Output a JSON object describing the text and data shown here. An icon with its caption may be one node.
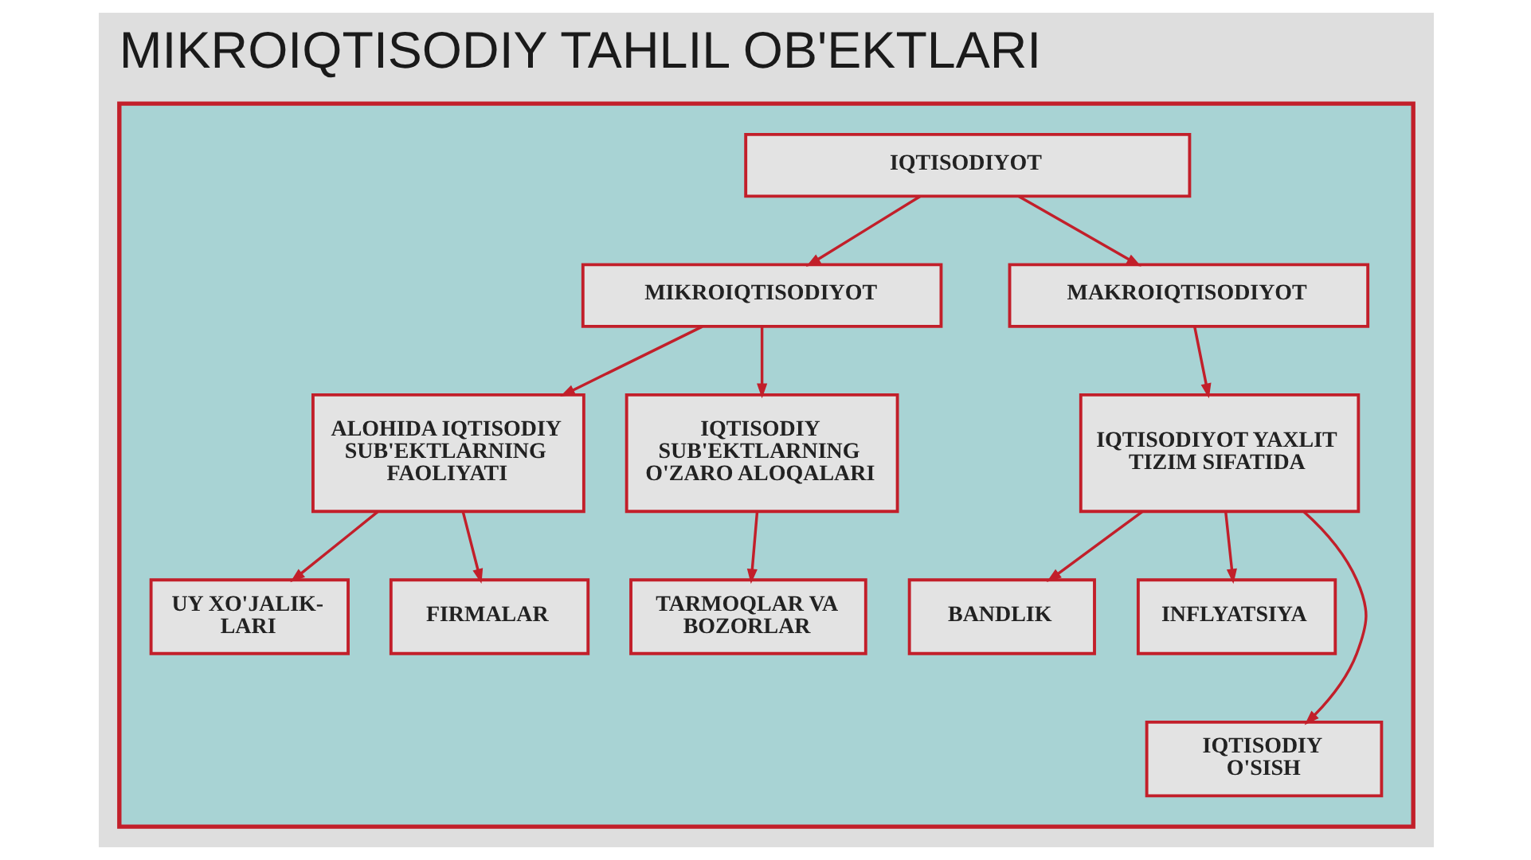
{
  "diagram": {
    "title": "MIKROIQTISODIY TAHLIL OB'EKTLARI",
    "nodes": [
      {
        "text": [],
        "shape": "box"
      },
      {
        "text": [
          "IQTISODIYOT"
        ],
        "in": 0
      },
      {
        "text": [
          "MIKROIQTISODIYOT"
        ],
        "in": 0
      },
      {
        "text": [
          "MAKROIQTISODIYOT"
        ],
        "in": 0
      },
      {
        "text": [
          "ALOHIDA IQTISODIY SUB'EKTLARNING FAOLIYATI"
        ],
        "in": 0
      },
      {
        "text": [
          "IQTISODIY SUB'EKTLARNING O'ZARO ALOQALARI"
        ],
        "in": 0
      },
      {
        "text": [
          "IQTISODIYOT YAXLIT TIZIM SIFATIDA"
        ],
        "in": 0
      },
      {
        "text": [
          "UY XO'JALIK- LARI"
        ],
        "in": 0
      },
      {
        "text": [
          "FIRMALAR"
        ],
        "in": 0
      },
      {
        "text": [
          "TARMOQLAR VA BOZORLAR"
        ],
        "in": 0
      },
      {
        "text": [
          "BANDLIK"
        ],
        "in": 0
      },
      {
        "text": [
          "INFLYATSIYA"
        ],
        "in": 0
      },
      {
        "text": [
          "IQTISODIY O'SISH"
        ],
        "in": 0
      }
    ],
    "edges": [
      {
        "from": 1,
        "to": 2,
        "arrow": "to"
      },
      {
        "from": 1,
        "to": 3,
        "arrow": "to"
      },
      {
        "from": 2,
        "to": 4,
        "arrow": "to"
      },
      {
        "from": 2,
        "to": 5,
        "arrow": "to"
      },
      {
        "from": 3,
        "to": 6,
        "arrow": "to"
      },
      {
        "from": 4,
        "to": 7,
        "arrow": "to"
      },
      {
        "from": 4,
        "to": 8,
        "arrow": "to"
      },
      {
        "from": 5,
        "to": 9,
        "arrow": "to"
      },
      {
        "from": 6,
        "to": 10,
        "arrow": "to"
      },
      {
        "from": 6,
        "to": 12,
        "arrow": "to"
      },
      {
        "from": 6,
        "to": 11,
        "arrow": "to"
      }
    ]
  }
}
